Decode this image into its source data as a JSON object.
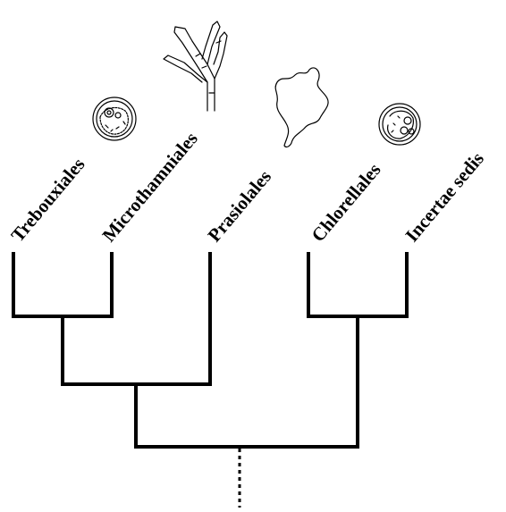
{
  "taxa": [
    {
      "label": "Trebouxiales",
      "icon": "coccoid-cell-icon"
    },
    {
      "label": "Microthamniales",
      "icon": "branched-filament-icon"
    },
    {
      "label": "Prasiolales",
      "icon": "blade-thallus-icon"
    },
    {
      "label": "Chlorellales",
      "icon": "cell-with-autospores-icon"
    },
    {
      "label": "Incertae sedis",
      "icon": null
    }
  ],
  "tree": {
    "topology": "(((Trebouxiales,Microthamniales),Prasiolales),(Chlorellales,Incertae sedis))",
    "root_style": "dashed"
  },
  "colors": {
    "line": "#000000",
    "background": "#ffffff"
  }
}
